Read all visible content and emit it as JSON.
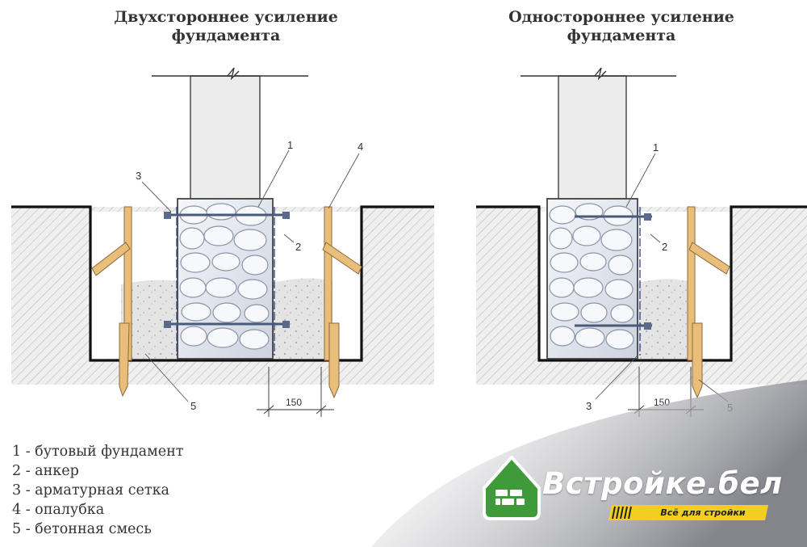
{
  "titles": {
    "left": [
      "Двухстороннее усиление",
      "фундамента"
    ],
    "right": [
      "Одностороннее усиление",
      "фундамента"
    ]
  },
  "callouts": {
    "left": {
      "n1": "1",
      "n2": "2",
      "n3": "3",
      "n4": "4",
      "n5": "5",
      "dim": "150"
    },
    "right": {
      "n1": "1",
      "n2": "2",
      "n3": "3",
      "n5": "5",
      "dim": "150"
    }
  },
  "legend": [
    "1 - бутовый фундамент",
    "2 - анкер",
    "3 - арматурная сетка",
    "4 - опалубка",
    "5 - бетонная смесь"
  ],
  "brand": {
    "name": "Встройке.бел",
    "slogan": "Всё для стройки",
    "accent": "#3f9a3a",
    "slogan_bg": "#f2cf1f"
  },
  "colors": {
    "timber": "#e9bd7a",
    "wall": "#ebebeb",
    "stone": "#dfe4ee",
    "concrete": "#e3e3e3"
  }
}
